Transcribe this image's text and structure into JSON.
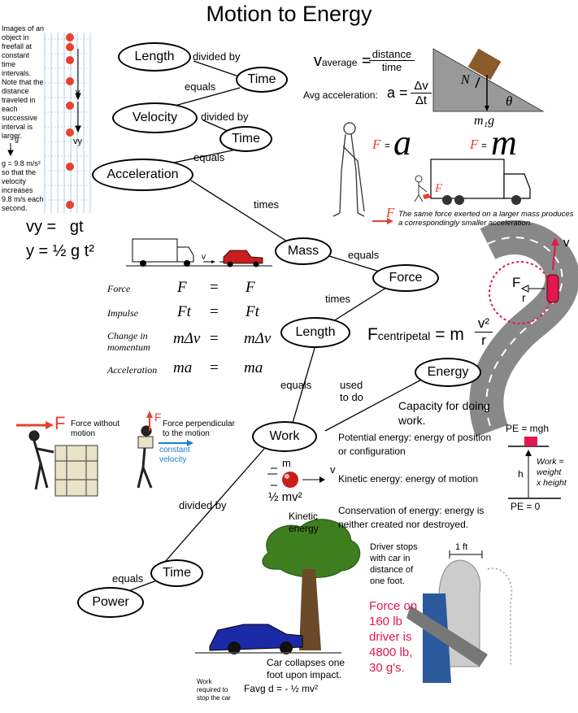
{
  "title": "Motion to Energy",
  "nodes": {
    "length1": "Length",
    "time1": "Time",
    "velocity": "Velocity",
    "time2": "Time",
    "acceleration": "Acceleration",
    "mass": "Mass",
    "force": "Force",
    "length2": "Length",
    "energy": "Energy",
    "work": "Work",
    "time3": "Time",
    "power": "Power"
  },
  "links": {
    "divided_by_1": "divided by",
    "equals_1": "equals",
    "divided_by_2": "divided by",
    "equals_2": "equals",
    "times_1": "times",
    "equals_3": "equals",
    "times_2": "times",
    "equals_4": "equals",
    "used_to_do": [
      "used",
      "to do"
    ],
    "divided_by_3": "divided by",
    "equals_5": "equals"
  },
  "freefall": {
    "caption": [
      "Images of an",
      "object in",
      "freefall at",
      "constant",
      "time intervals.",
      "Note that the",
      "distance",
      "traveled in",
      "each",
      "successive",
      "interval is",
      "larger."
    ],
    "g_label": "g",
    "g_note": [
      "g = 9.8 m/s²",
      "so that the",
      "velocity",
      "increases",
      "9.8 m/s each",
      "second."
    ],
    "y_label": "y",
    "vy_label": "vy"
  },
  "equations": {
    "vy": "vy =   gt",
    "y": "y = ½ g t²",
    "v_avg_lhs": "v",
    "v_avg_sub": "average",
    "v_avg_num": "distance",
    "v_avg_den": "time",
    "avg_acc_label": "Avg acceleration:",
    "avg_acc_lhs": "a =",
    "avg_acc_num": "Δv",
    "avg_acc_den": "Δt",
    "f_centripetal": "F",
    "f_centripetal_sub": "centripetal",
    "f_centripetal_rhs": "= m",
    "f_centripetal_num": "v²",
    "f_centripetal_den": "r"
  },
  "incline": {
    "n": "N",
    "theta": "θ",
    "mg": "m₁g"
  },
  "truck_caption": [
    "The same force exerted on a larger mass produces",
    "a correspondingly smaller acceleration."
  ],
  "fma": {
    "f1": "F",
    "eq1": "=",
    "a": "a",
    "f2": "F",
    "eq2": "=",
    "m": "m",
    "f3": "F",
    "f4": "F"
  },
  "momentum_table": [
    {
      "label": "Force",
      "lhs": "F",
      "rhs": "F"
    },
    {
      "label": "Impulse",
      "lhs": "Ft",
      "rhs": "Ft"
    },
    {
      "label": "Change in momentum",
      "lhs": "mΔv",
      "rhs": "mΔv"
    },
    {
      "label": "Acceleration",
      "lhs": "ma",
      "rhs": "ma"
    }
  ],
  "momentum_eq": "=",
  "truck_v": "v",
  "curve": {
    "v": "v",
    "f": "F",
    "r": "r"
  },
  "work_pics": {
    "force_without_motion": [
      "Force without",
      "motion"
    ],
    "force_perpendicular": [
      "Force perpendicular",
      "to the motion"
    ],
    "constant_velocity": [
      "constant",
      "velocity"
    ],
    "f": "F"
  },
  "energy": {
    "capacity": [
      "Capacity for doing",
      "work."
    ],
    "potential": [
      "Potential energy: energy of position",
      "or configuration"
    ],
    "kinetic": "Kinetic energy: energy of motion",
    "conservation": [
      "Conservation of energy: energy is",
      "neither created nor destroyed."
    ],
    "pe_mgh": "PE = mgh",
    "pe_zero": "PE = 0",
    "h": "h",
    "work_note": [
      "Work =",
      "weight",
      "x height"
    ],
    "ke_m": "m",
    "ke_v": "v",
    "ke_formula": "½ mv²",
    "ke_label": [
      "Kinetic",
      "energy"
    ]
  },
  "crash": {
    "driver_stops": [
      "Driver stops",
      "with car in",
      "distance of",
      "one foot."
    ],
    "one_ft": "1 ft",
    "force_on": [
      "Force on",
      "160 lb",
      "driver is",
      "4800 lb,",
      "30 g's."
    ],
    "car_collapses": [
      "Car collapses one",
      "foot upon impact."
    ],
    "work_required": [
      "Work",
      "required to",
      "stop the car"
    ],
    "favg": "Favg d = - ½ mv²"
  },
  "colors": {
    "accent_red": "#e8412c",
    "force_text": "#e3174f",
    "blue": "#1a4fa8"
  }
}
